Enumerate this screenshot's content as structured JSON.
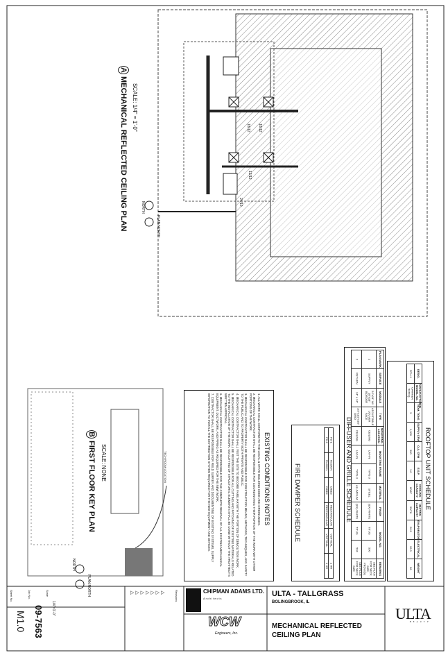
{
  "plan": {
    "title": "MECHANICAL REFLECTED CEILING PLAN",
    "marker": "A",
    "scale": "SCALE: 1/4\" = 1'-0\"",
    "north": "NORTH",
    "plan_north": "PLAN NORTH",
    "duct_labels": [
      "18/12",
      "18/12",
      "12/12",
      "24/10"
    ]
  },
  "key_plan": {
    "title": "FIRST FLOOR KEY PLAN",
    "marker": "B",
    "scale": "SCALE: NONE",
    "north": "NORTH",
    "plan_north": "PLAN NORTH",
    "location_label": "TECH ROOM LOCATION"
  },
  "rooftop_schedule": {
    "title": "ROOFTOP UNIT SCHEDULE",
    "headers": [
      "DESIG.",
      "MANUFACTURER MODEL NO.",
      "NOM. TONS",
      "SUPPLY CFM",
      "O.A. CFM",
      "E.S.P.",
      "COOLING CAPACITY",
      "HEATING CAPACITY",
      "EVAPORATOR",
      "ELECTRICAL",
      "WEIGHT"
    ],
    "row": [
      "RTU-1",
      "CARRIER 50TFQ",
      "3",
      "1,200",
      "300",
      "1.0",
      "80/67",
      "55/76",
      "26.5",
      "26.3",
      "96"
    ]
  },
  "diffuser_schedule": {
    "title": "DIFFUSER AND GRILLE SCHEDULE",
    "headers": [
      "PLAN MARK",
      "SERVICE",
      "MODULE",
      "TYPE",
      "MOUNTING LOCATION",
      "MOUNTING FRAME",
      "MATERIAL",
      "FINISH",
      "MODEL NO.",
      "REMARKS"
    ],
    "rows": [
      [
        "1",
        "SUPPLY",
        "24\"x24\" W/ 18\"x18\" BORDER",
        "ADJUSTABLE LOUVER FACE",
        "CEILING",
        "LAY-IN",
        "TYPE-3",
        "STEEL",
        "(EX)-WHITE",
        "TITUS",
        "500",
        "SEE PLAN FOR NECK SIZE, PROVIDE"
      ],
      [
        "2",
        "RETURN",
        "24\" x 24\"",
        "1/2\"x1/2\"x1/2\" GRID",
        "CEILING",
        "LAY-IN",
        "TYPE-3",
        "ALUMINUM",
        "(EX)-WHITE",
        "TITUS",
        "50F",
        "SEE PLAN FOR NECK SIZE"
      ]
    ]
  },
  "fire_damper_schedule": {
    "title": "FIRE DAMPER SCHEDULE",
    "rows": [
      [
        "FD-1",
        "RUSKIN",
        "DIBD2",
        "RECTANGULAR",
        "VERTICAL",
        "1 HR"
      ],
      [
        "FD-2",
        "RUSKIN",
        "DIBD2",
        "RECTANGULAR",
        "VERTICAL",
        "1 HR"
      ]
    ]
  },
  "notes": {
    "title": "EXISTING CONDITIONS NOTES",
    "items": [
      "1. ALL WORK SHALL CONFORM TO THE LOCAL & STATE BUILDING CODE AND ORDINANCES.",
      "2. MECHANICAL CONTRACTOR SHALL BE RESPONSIBLE FOR COORDINATING THEIR PORTION OF THE WORK WITH OTHER PORTIONS OF THE WORK.",
      "3. MECHANICAL CONTRACTOR SHALL BE RESPONSIBLE FOR CONSTRUCTION MEANS, METHODS, TECHNIQUES, AND SAFETY TO THE PUBLIC AND TO PROPERTY BOTH PRIVATE AND PUBLIC.",
      "4. MECHANICAL CONTRACTOR SHALL VISIT THE SITE TO BECOME FAMILIAR WITH THE PORTION OF DEMOLITION WORK.",
      "5. MECHANICAL CONTRACTOR SHALL BE RESPONSIBLE FOR ALL CUTTING AND PATCHING OF EXISTING MATERIALS RELATED TO THE INSTALLATION OF THE WORK. NO CUTTING OF STRUCTURAL ELEMENTS SHALL BE DONE WITHOUT THE ARCHITECT'S WRITTEN APPROVAL.",
      "6. MECHANICAL CONTRACTOR SHALL BE RESPONSIBLE FOR THE COMPLETE REMOVAL OF ALL EXISTING MECHANICAL EQUIPMENT, DUCTWORK, AND PIPING AS REQUIRED FOR THE NEW WORK.",
      "7. CONTRACTOR SHALL BE RESPONSIBLE FOR FIELD SURVEY AND DOCUMENTING OF EXISTING SYSTEMS, SUPPLY INFORMATION TO INSTALL THE DISTRIBUTION SYSTEM REQUIRED FOR THE NEW EQUIPMENT AND DEVICES."
    ]
  },
  "title_block": {
    "project": "ULTA - TALLGRASS",
    "location": "BOLINGBROOK, IL",
    "sheet_title_1": "MECHANICAL REFLECTED",
    "sheet_title_2": "CEILING PLAN",
    "architect": "CHIPMAN ADAMS LTD.",
    "architect_sub": "Architects",
    "engineer": "WCW",
    "engineer_sub": "Engineers, Inc.",
    "client_logo": "ULTA",
    "client_logo_sub": "BEAUTY",
    "job_no_label": "Job No.",
    "job_no": "09-7563",
    "sheet_no_label": "Sheet No.",
    "sheet_no": "M1.0",
    "scale_label": "Scale",
    "scale": "1/4\"=1'-0\"",
    "revisions_label": "Revisions"
  }
}
